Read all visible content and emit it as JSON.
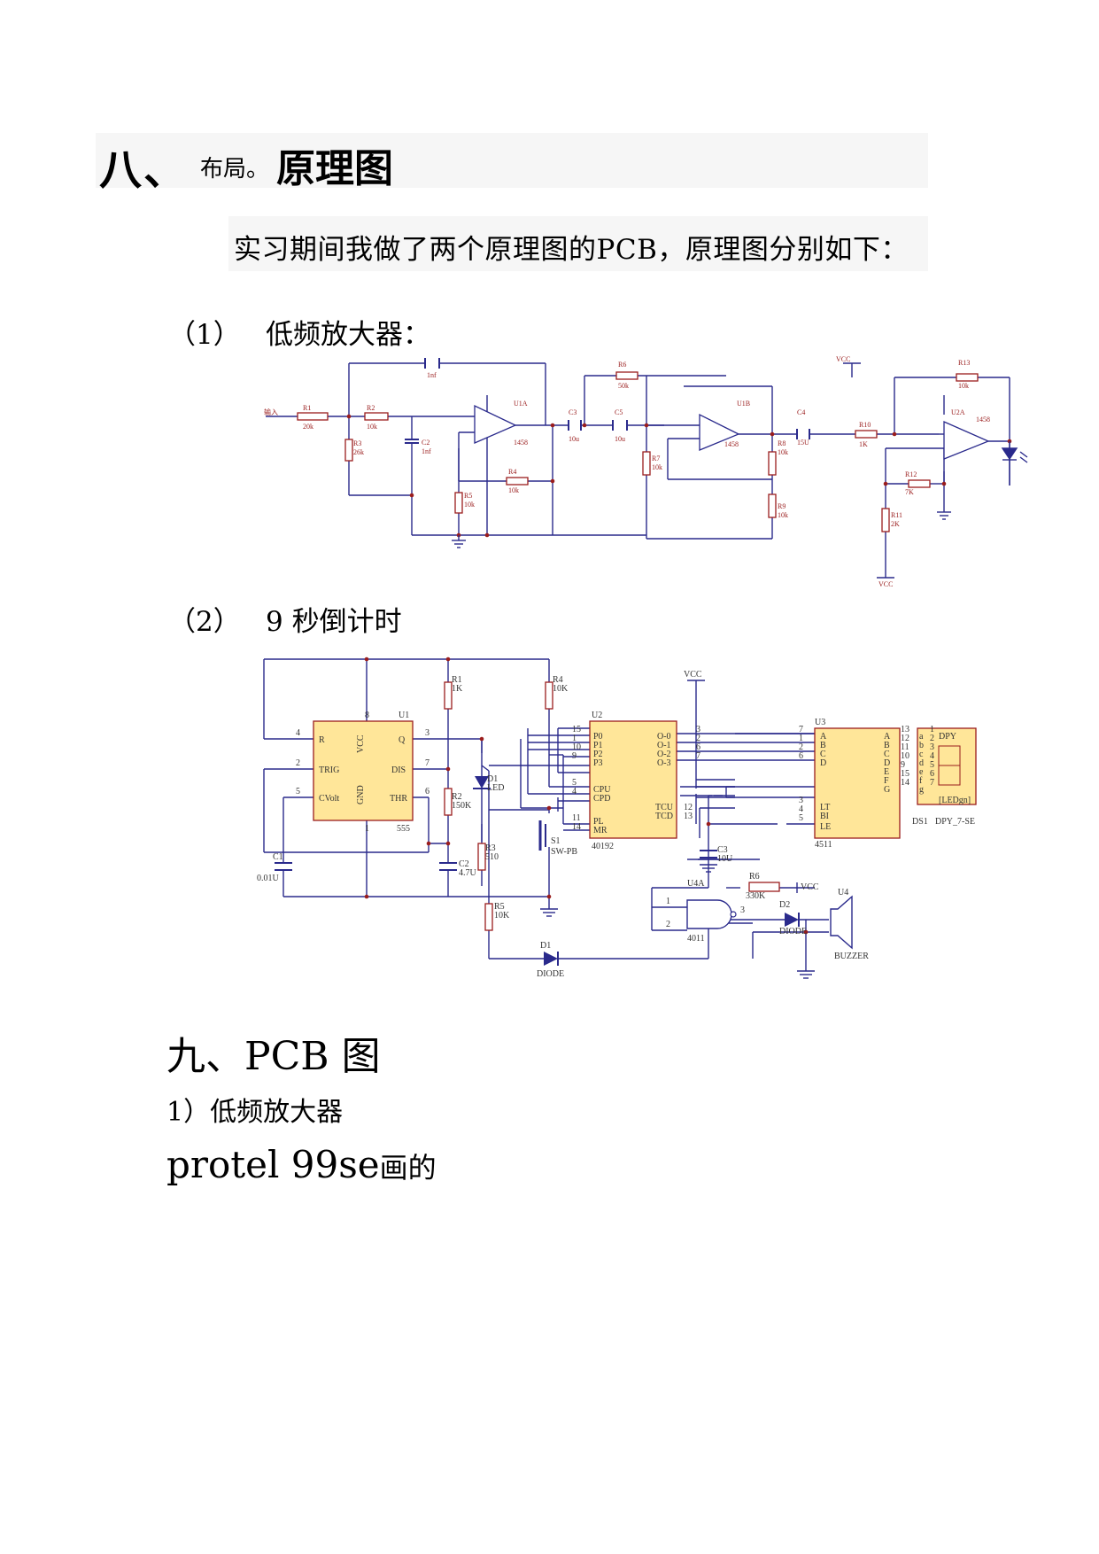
{
  "section8": {
    "number": "八、",
    "subtitle": "布局。",
    "title": "原理图",
    "intro": "实习期间我做了两个原理图的PCB，原理图分别如下："
  },
  "schematic1": {
    "label_index": "（1）",
    "label_text": "低频放大器：",
    "texts": {
      "input": "输入",
      "r1": "R1",
      "r1v": "20k",
      "r2": "R2",
      "r2v": "10k",
      "r3": "R3",
      "r3v": "26k",
      "c2": "C2",
      "c2v": "1nf",
      "ctop": "1nf",
      "r4": "R4",
      "r4v": "10k",
      "r5": "R5",
      "r5v": "10k",
      "u1a": "U1A",
      "u1a_part": "1458",
      "c3": "C3",
      "c3v": "10u",
      "c5": "C5",
      "c5v": "10u",
      "r6": "R6",
      "r6v": "50k",
      "r7": "R7",
      "r7v": "10k",
      "u1b": "U1B",
      "u1b_part": "1458",
      "r8": "R8",
      "r8v": "10k",
      "r9": "R9",
      "r9v": "10k",
      "c4": "C4",
      "c4v": "15U",
      "r10": "R10",
      "r10v": "1K",
      "vcc": "VCC",
      "r13": "R13",
      "r13v": "10k",
      "u2a": "U2A",
      "u2a_part": "1458",
      "r12": "R12",
      "r12v": "7K",
      "r11": "R11",
      "r11v": "2K",
      "vcc2": "VCC"
    }
  },
  "schematic2": {
    "label_index": "（2）",
    "label_text": "9 秒倒计时",
    "texts": {
      "r1": "R1",
      "r1v": "1K",
      "r4": "R4",
      "r4v": "10K",
      "u1": "U1",
      "u1_part": "555",
      "pin_r": "R",
      "pin_vcc": "VCC",
      "pin_q": "Q",
      "pin_trig": "TRIG",
      "pin_dis": "DIS",
      "pin_cvolt": "CVolt",
      "pin_gnd": "GND",
      "pin_thr": "THR",
      "n8": "8",
      "n4": "4",
      "n3": "3",
      "n2": "2",
      "n7": "7",
      "n5": "5",
      "n6": "6",
      "n1": "1",
      "d1": "D1",
      "d1v": "LED",
      "r2": "R2",
      "r2v": "150K",
      "r3": "R3",
      "r3v": "510",
      "c1": "C1",
      "c1v": "0.01U",
      "c2": "C2",
      "c2v": "4.7U",
      "s1": "S1",
      "s1v": "SW-PB",
      "u2": "U2",
      "u2_part": "40192",
      "p0": "P0",
      "p1": "P1",
      "p2": "P2",
      "p3": "P3",
      "cpu": "CPU",
      "cpd": "CPD",
      "pl": "PL",
      "mr": "MR",
      "o0": "O-0",
      "o1": "O-1",
      "o2": "O-2",
      "o3": "O-3",
      "tcu": "TCU",
      "tcd": "TCD",
      "u2n15": "15",
      "u2n1": "1",
      "u2n10": "10",
      "u2n9": "9",
      "u2n5": "5",
      "u2n4": "4",
      "u2n11": "11",
      "u2n14": "14",
      "o3n": "3",
      "o2n": "2",
      "o6n": "6",
      "o7n": "7",
      "tcun": "12",
      "tcdn": "13",
      "vcc": "VCC",
      "u3": "U3",
      "u3_part": "4511",
      "a": "A",
      "b": "B",
      "c": "C",
      "d": "D",
      "lt": "LT",
      "bi": "BI",
      "le": "LE",
      "oa": "A",
      "ob": "B",
      "oc": "C",
      "od": "D",
      "oe": "E",
      "of": "F",
      "og": "G",
      "u3in7": "7",
      "u3in1": "1",
      "u3in2": "2",
      "u3in6": "6",
      "u3in3": "3",
      "u3in4": "4",
      "u3in5": "5",
      "s13": "13",
      "s12": "12",
      "s11": "11",
      "s10": "10",
      "s9": "9",
      "s15": "15",
      "s14": "14",
      "ds1": "DS1",
      "ds1_part": "DPY_7-SE",
      "dpy": "DPY",
      "ledgn": "[LEDgn]",
      "seg_a": "a",
      "seg_b": "b",
      "seg_c": "c",
      "seg_d": "d",
      "seg_e": "e",
      "seg_f": "f",
      "seg_g": "g",
      "dn1": "1",
      "dn2": "2",
      "dn3": "3",
      "dn4": "4",
      "dn5": "5",
      "dn6": "6",
      "dn7": "7",
      "c3": "C3",
      "c3v": "10U",
      "r6": "R6",
      "r6v": "330K",
      "vcc2": "VCC",
      "u4a": "U4A",
      "u4a_part": "4011",
      "g1": "1",
      "g2": "2",
      "g3": "3",
      "d2": "D2",
      "d2v": "DIODE",
      "u4": "U4",
      "u4v": "BUZZER",
      "r5": "R5",
      "r5v": "10K",
      "d1b": "D1",
      "d1bv": "DIODE"
    }
  },
  "section9": {
    "title": "九、PCB 图",
    "item1": "1）低频放大器",
    "tool": "protel 99se",
    "tool_suffix": "画的"
  },
  "colors": {
    "wire": "#2a2a8c",
    "component": "#9a1d1d",
    "chip_fill": "#ffe699",
    "chip_border": "#9a1d1d",
    "band": "#f6f6f6"
  }
}
